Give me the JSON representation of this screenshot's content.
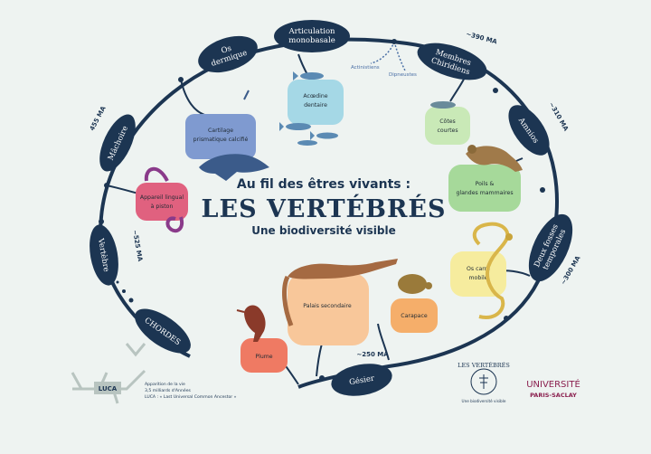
{
  "title": {
    "line1": "Au fil des êtres vivants :",
    "line2": "LES VERTÉBRÉS",
    "line3": "Une biodiversité visible"
  },
  "leaves": {
    "os_dermique": [
      "Os",
      "dermique"
    ],
    "articulation": [
      "Articulation",
      "monobasale"
    ],
    "membres": [
      "Membres",
      "Chiridiens"
    ],
    "amnios": [
      "Amnios"
    ],
    "fosses": [
      "Deux fosses",
      "temporales"
    ],
    "gesier": [
      "Gésier"
    ],
    "chordes": [
      "CHORDES"
    ],
    "vertebre": [
      "Vertèbre"
    ],
    "machoire": [
      "Mâchoire"
    ]
  },
  "bubbles": {
    "cartilage": [
      "Cartilage",
      "prismatique calcifié"
    ],
    "actinotriches": [
      "Acœdine",
      "dentaire"
    ],
    "cotes": [
      "Côtes",
      "courtes"
    ],
    "poils": [
      "Poils &",
      "glandes mammaires"
    ],
    "os_carre": [
      "Os carré",
      "mobile"
    ],
    "palais": [
      "Palais secondaire"
    ],
    "carapace": [
      "Carapace"
    ],
    "plume": [
      "Plume"
    ],
    "appareil": [
      "Appareil lingual",
      "à piston"
    ]
  },
  "dates": {
    "d390": "~390 MA",
    "d310": "~310 MA",
    "d300": "~300 MA",
    "d250": "~250 MA",
    "d525": "~525 MA",
    "d455": "455 MA"
  },
  "branches": {
    "actinistiens": "Actinistiens",
    "dipneustes": "Dipneustes"
  },
  "luca": {
    "box": "LUCA",
    "note1": "Apparition de la vie",
    "note2": "3,5 milliards d'Années",
    "note3": "LUCA : « Last Universal Common Ancestor »"
  },
  "logos": {
    "vertebres": "LES VERTÉBRÉS",
    "vertebres_sub": "Une biodiversité visible",
    "univ1": "UNIVERSITÉ",
    "univ2": "PARIS-SACLAY"
  },
  "colors": {
    "navy": "#1c3552",
    "cartilage": "#7f9ad0",
    "actinotriches": "#a5d8e6",
    "cotes": "#c9e9b7",
    "poils": "#a6d99a",
    "os_carre": "#f6ec9e",
    "palais": "#f8c79a",
    "carapace": "#f5ae6a",
    "plume": "#ef7a63",
    "appareil": "#e0617f",
    "univ": "#8a1f4e"
  }
}
